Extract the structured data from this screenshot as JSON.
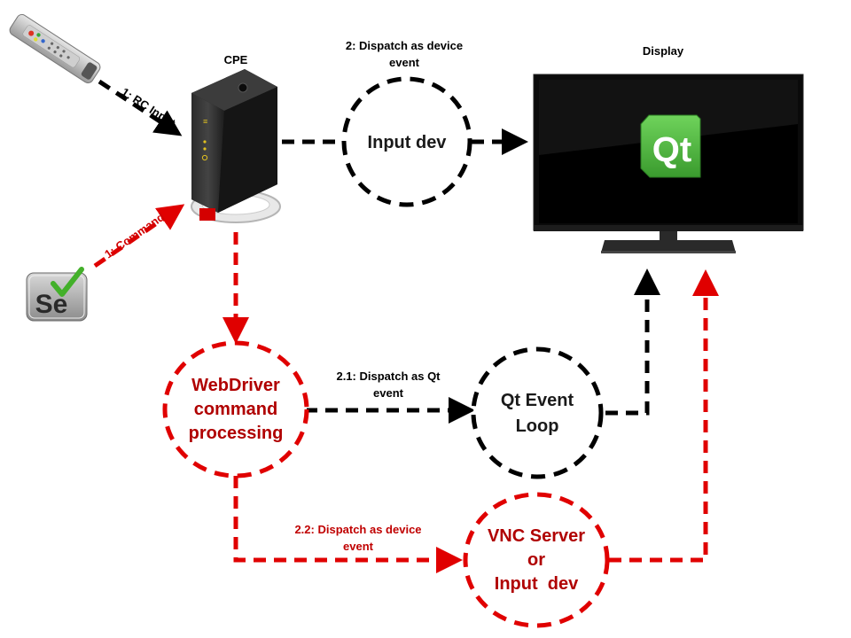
{
  "colors": {
    "black_path": "#000000",
    "red_path": "#e00000",
    "red_text": "#b00000",
    "qt_green": "#41cd52",
    "selenium_green": "#43b02a"
  },
  "titles": {
    "cpe": "CPE",
    "display": "Display"
  },
  "nodes": {
    "input_dev": "Input dev",
    "webdriver": [
      "WebDriver",
      "command",
      "processing"
    ],
    "qt_event_loop": [
      "Qt Event",
      "Loop"
    ],
    "vnc_server": [
      "VNC Server",
      "or",
      "Input  dev"
    ]
  },
  "edges": {
    "rc_input": "1: RC Input",
    "command": "1: Command",
    "dispatch_device": [
      "2: Dispatch as device",
      "event"
    ],
    "dispatch_qt": [
      "2.1: Dispatch as Qt",
      "event"
    ],
    "dispatch_device_2": [
      "2.2: Dispatch as device",
      "event"
    ]
  },
  "icons": {
    "remote": "remote-control-icon",
    "selenium": "selenium-icon",
    "cpe": "set-top-box-icon",
    "display": "tv-display-icon",
    "qt_logo": "qt-logo-icon"
  },
  "logos": {
    "qt": "Qt",
    "selenium": "Se"
  }
}
